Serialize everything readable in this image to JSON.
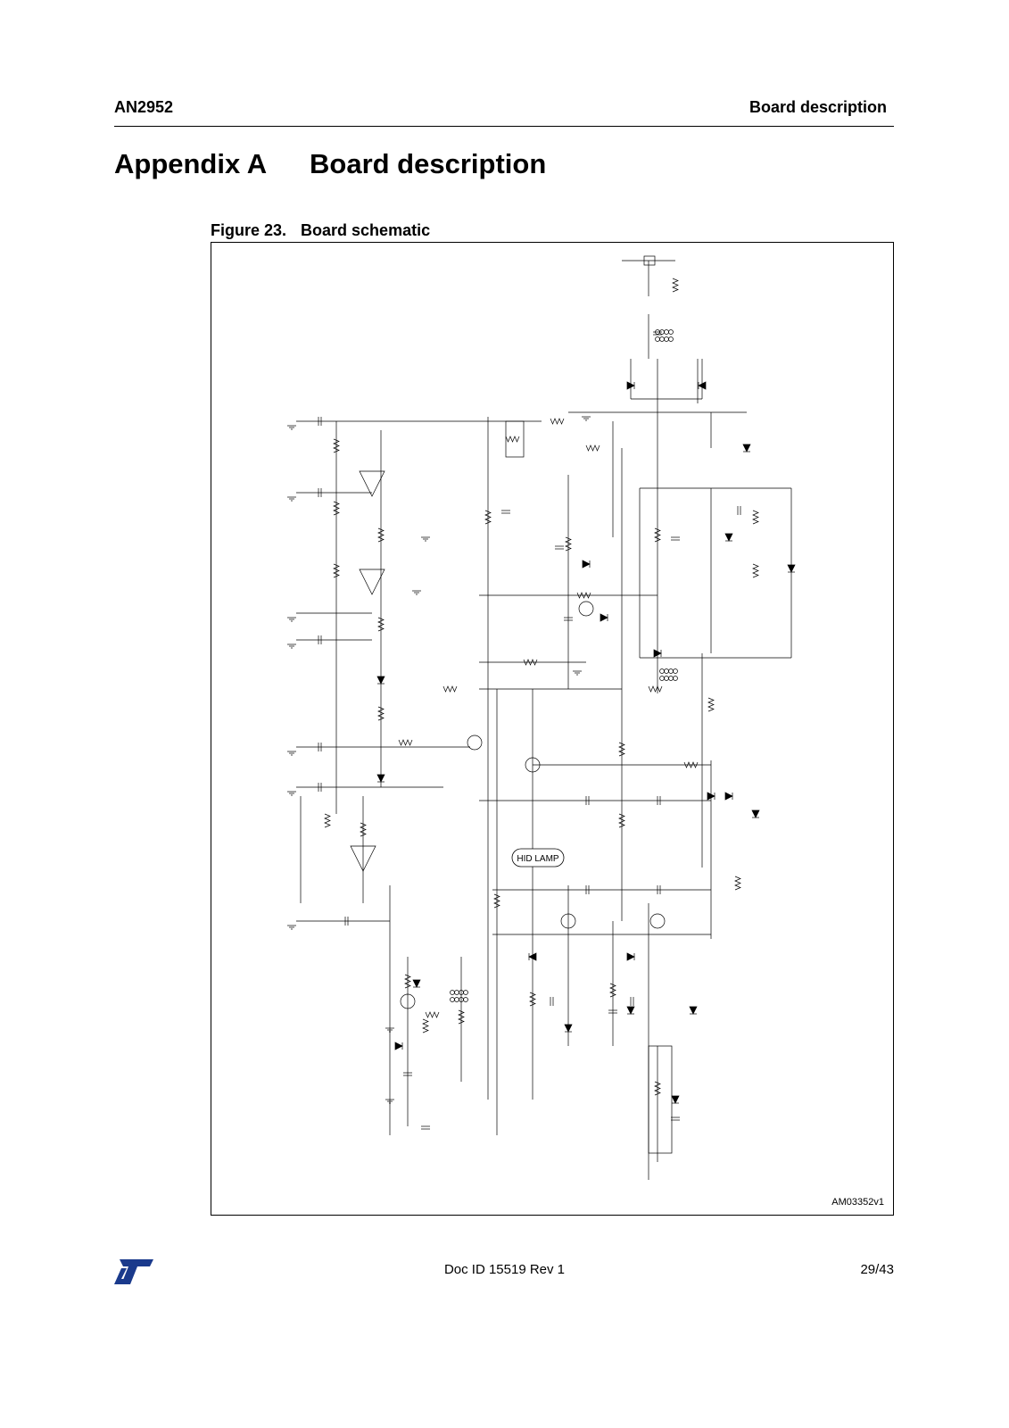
{
  "header": {
    "doc_code": "AN2952",
    "section": "Board description"
  },
  "appendix": {
    "label": "Appendix A",
    "title": "Board description"
  },
  "figure": {
    "label": "Figure 23.",
    "title": "Board schematic",
    "id": "AM03352v1",
    "lamp_label": "HID LAMP"
  },
  "footer": {
    "logo_name": "st-logo",
    "doc_id": "Doc ID 15519 Rev 1",
    "page": "29/43"
  }
}
